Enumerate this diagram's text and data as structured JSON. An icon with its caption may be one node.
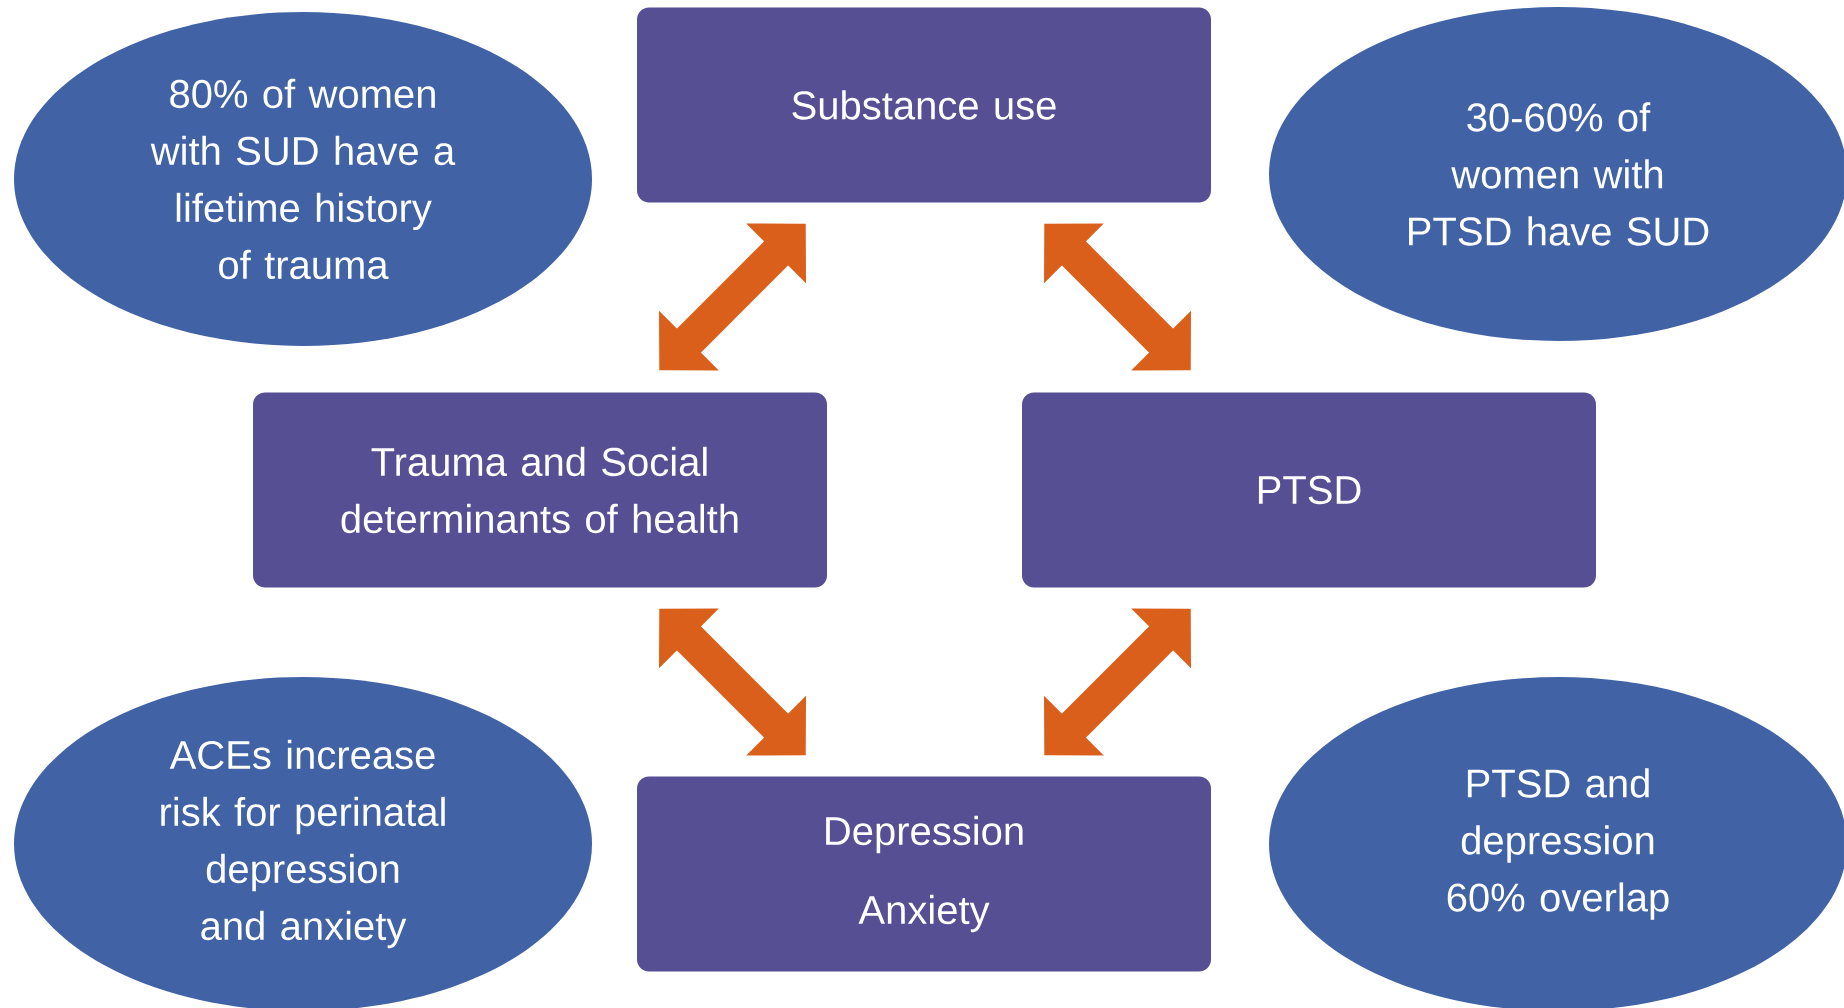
{
  "diagram": {
    "nodes": [
      {
        "text": [
          "80% of women with SUD have a lifetime history of trauma"
        ]
      },
      {
        "text": [
          "Substance use"
        ]
      },
      {
        "text": [
          "30-60% of women with PTSD have SUD"
        ]
      },
      {
        "text": [
          "Trauma and Social determinants of health"
        ]
      },
      {
        "text": [
          "PTSD"
        ]
      },
      {
        "text": [
          "ACEs increase risk for perinatal depression and anxiety"
        ]
      },
      {
        "text": [
          "Depression",
          "Anxiety"
        ]
      },
      {
        "text": [
          "PTSD and depression 60% overlap"
        ]
      }
    ],
    "edges": [
      {
        "from": 1,
        "to": 3,
        "arrow": "both"
      },
      {
        "from": 1,
        "to": 4,
        "arrow": "both"
      },
      {
        "from": 3,
        "to": 6,
        "arrow": "both"
      },
      {
        "from": 4,
        "to": 6,
        "arrow": "both"
      }
    ]
  }
}
